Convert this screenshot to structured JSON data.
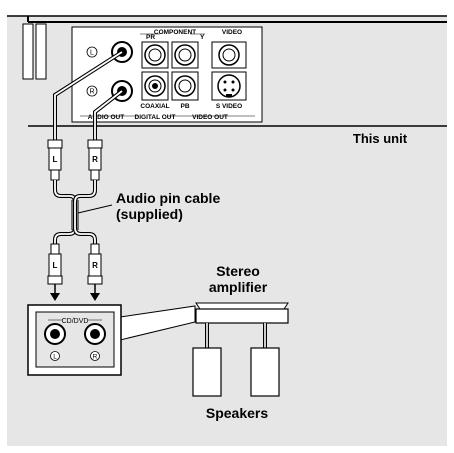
{
  "unit_panel": {
    "component_label": "COMPONENT",
    "pr_label": "PR",
    "y_label": "Y",
    "pb_label": "PB",
    "video_label": "VIDEO",
    "coaxial_label": "COAXIAL",
    "digital_out_label": "DIGITAL OUT",
    "svideo_label": "S VIDEO",
    "video_out_label": "VIDEO OUT",
    "audio_out_label": "AUDIO OUT",
    "left_mark": "L",
    "right_mark": "R"
  },
  "this_unit_label": "This unit",
  "cable": {
    "label_line1": "Audio pin cable",
    "label_line2": "(supplied)",
    "plug_left": "L",
    "plug_right": "R"
  },
  "amp_panel": {
    "input_label": "CD/DVD",
    "left_mark": "L",
    "right_mark": "R"
  },
  "amplifier": {
    "label_line1": "Stereo",
    "label_line2": "amplifier"
  },
  "speakers_label": "Speakers",
  "colors": {
    "background": "#e6e6e6",
    "outline": "#000000",
    "panel": "#ffffff"
  }
}
